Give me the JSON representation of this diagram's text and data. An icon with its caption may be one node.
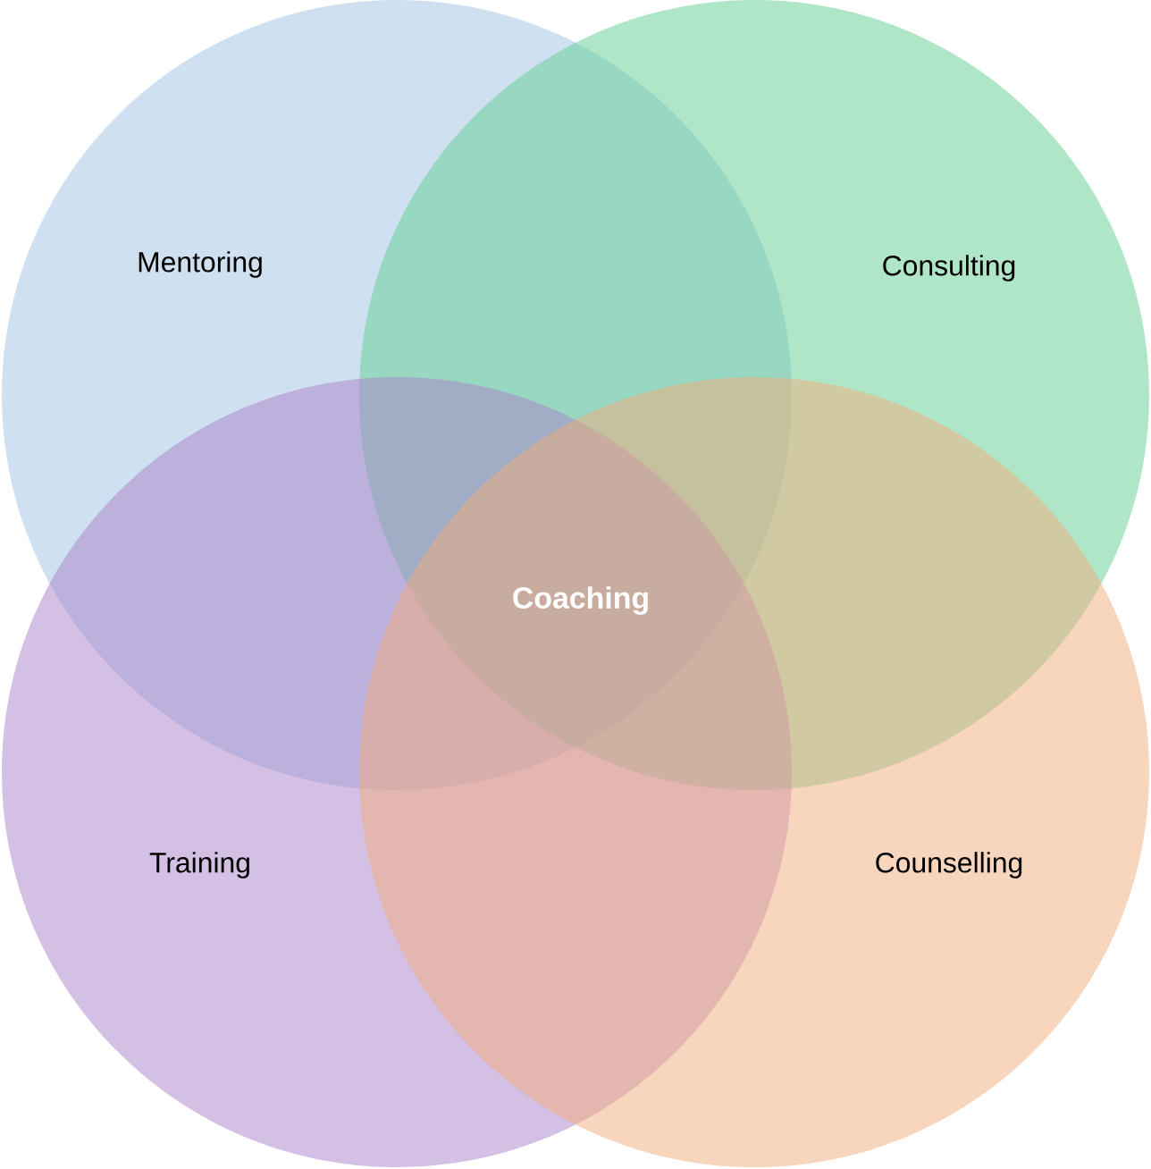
{
  "diagram": {
    "nodes": [
      {
        "text": [
          "Mentoring"
        ]
      },
      {
        "text": [
          "Consulting"
        ]
      },
      {
        "text": [
          "Training"
        ]
      },
      {
        "text": [
          "Counselling"
        ]
      }
    ],
    "labels": [
      "Coaching"
    ]
  }
}
